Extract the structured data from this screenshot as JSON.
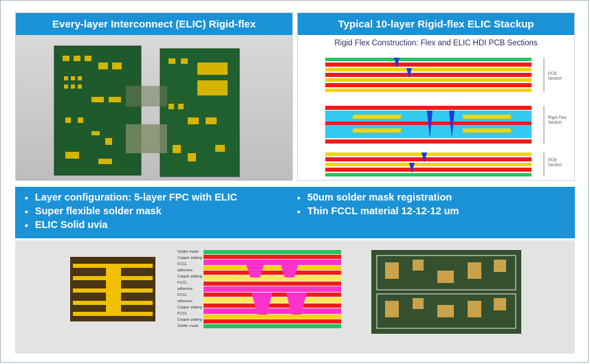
{
  "left_header": "Every-layer Interconnect (ELIC) Rigid-flex",
  "right_header": "Typical 10-layer Rigid-flex ELIC Stackup",
  "stackup_title": "Rigid Flex Construction: Flex and ELIC HDI PCB Sections",
  "section_labels": {
    "top": "PCB Section",
    "middle": "Rigid Flex Section",
    "bottom": "PCB Section"
  },
  "bullets_left": [
    "Layer configuration: 5-layer FPC with ELIC",
    "Super flexible solder mask",
    "ELIC Solid uvia"
  ],
  "bullets_right": [
    "50um solder mask registration",
    "Thin FCCL material 12-12-12 um"
  ],
  "stack_layer_labels": [
    "Solder mask",
    "Copper plating",
    "FCCL",
    "adhesive",
    "Copper plating",
    "FCCL",
    "adhesive",
    "FCCL",
    "adhesive",
    "Copper plating",
    "FCCL",
    "Copper plating",
    "Solder mask"
  ],
  "colors": {
    "accent": "#1b92d6",
    "pcb_green": "#1f5a2c",
    "copper": "#e8b800"
  }
}
